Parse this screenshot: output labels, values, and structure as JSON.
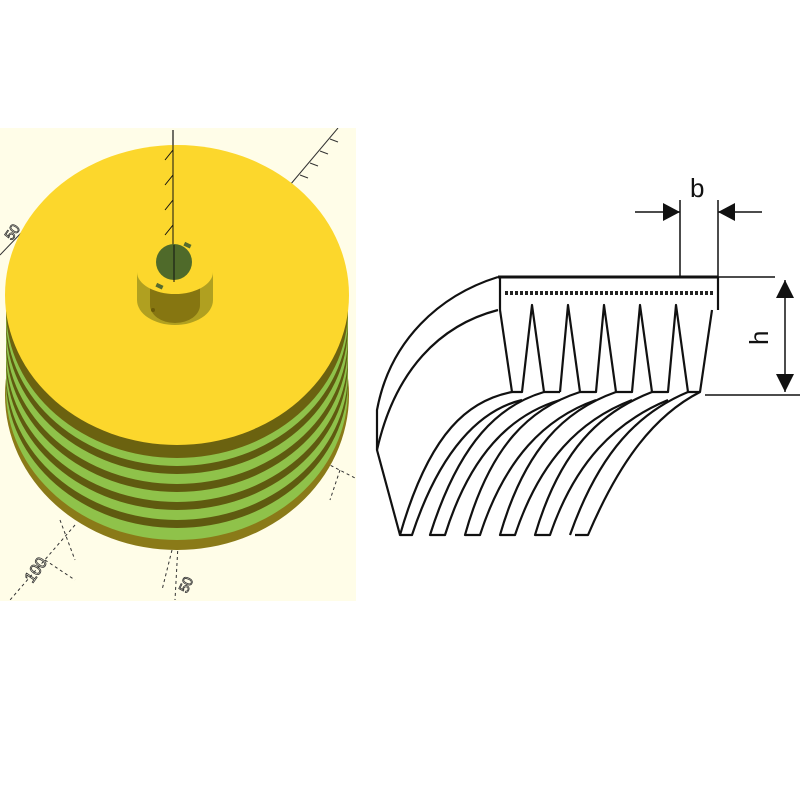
{
  "left_render": {
    "description": "3D render of multi-groove pulley (OpenSCAD-style viewport)",
    "background_color": "#fffde8",
    "top_face_color": "#fcd72c",
    "groove_color": "#8fc24a",
    "groove_shadow_color": "#5f5a10",
    "bore_color": "#4f6a2a",
    "groove_count": 5,
    "axis_labels": {
      "x_label": "100",
      "y_label": "50",
      "z_label": "50",
      "left_label": "50"
    }
  },
  "right_diagram": {
    "description": "Cross-section of poly-V (ribbed) belt",
    "rib_count": 5,
    "dimension_width_label": "b",
    "dimension_height_label": "h",
    "line_color": "#111111"
  }
}
